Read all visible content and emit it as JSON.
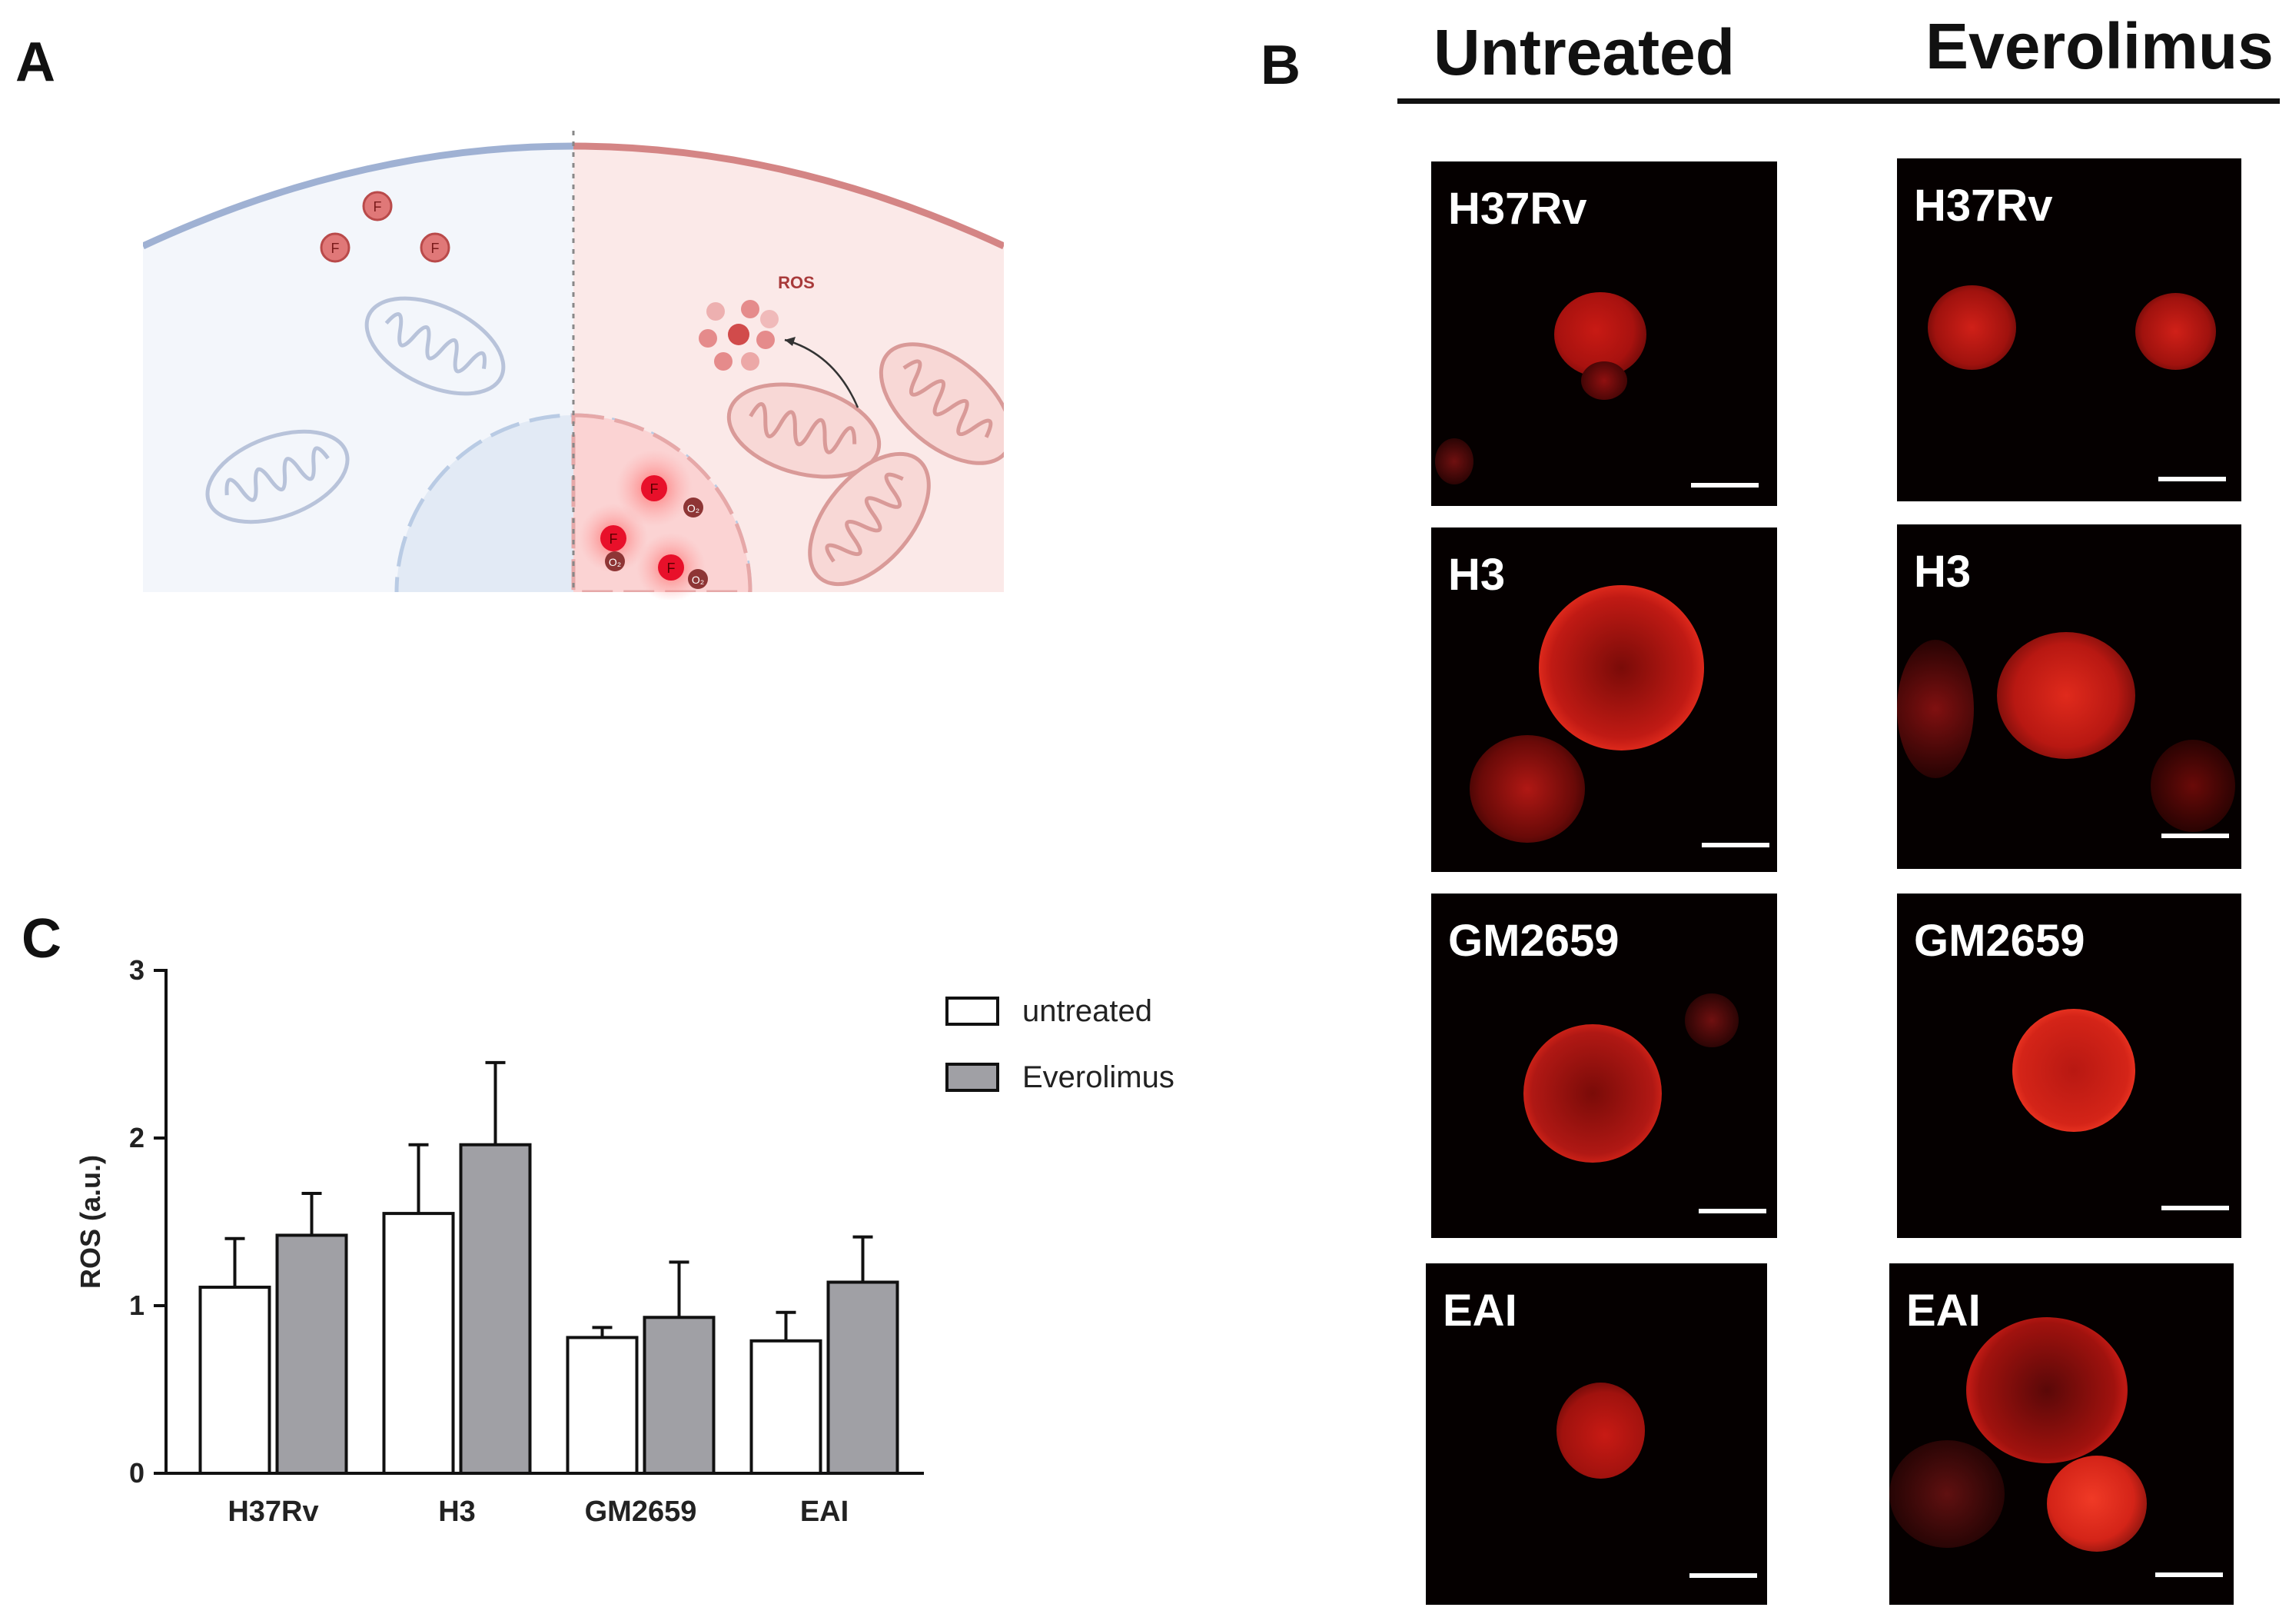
{
  "panels": {
    "a": "A",
    "b": "B",
    "c": "C"
  },
  "schematic": {
    "ros_label": "ROS",
    "f_glyph": "F",
    "o2_glyph": "O₂"
  },
  "micrographs": {
    "columns": [
      "Untreated",
      "Everolimus"
    ],
    "rows": [
      "H37Rv",
      "H3",
      "GM2659",
      "EAI"
    ]
  },
  "colors": {
    "untreated_fill": "#ffffff",
    "everolimus_fill": "#a0a0a5",
    "axis": "#111111",
    "stain": "#e0201a"
  },
  "chart_data": {
    "type": "bar",
    "title": "",
    "xlabel": "",
    "ylabel": "ROS (a.u.)",
    "ylim": [
      0,
      3
    ],
    "yticks": [
      0,
      1,
      2,
      3
    ],
    "categories": [
      "H37Rv",
      "H3",
      "GM2659",
      "EAI"
    ],
    "series": [
      {
        "name": "untreated",
        "color": "#ffffff",
        "values": [
          1.11,
          1.55,
          0.81,
          0.79
        ],
        "errors": [
          0.29,
          0.41,
          0.06,
          0.17
        ]
      },
      {
        "name": "Everolimus",
        "color": "#a0a0a5",
        "values": [
          1.42,
          1.96,
          0.93,
          1.14
        ],
        "errors": [
          0.25,
          0.49,
          0.33,
          0.27
        ]
      }
    ],
    "legend_position": "top-right"
  }
}
